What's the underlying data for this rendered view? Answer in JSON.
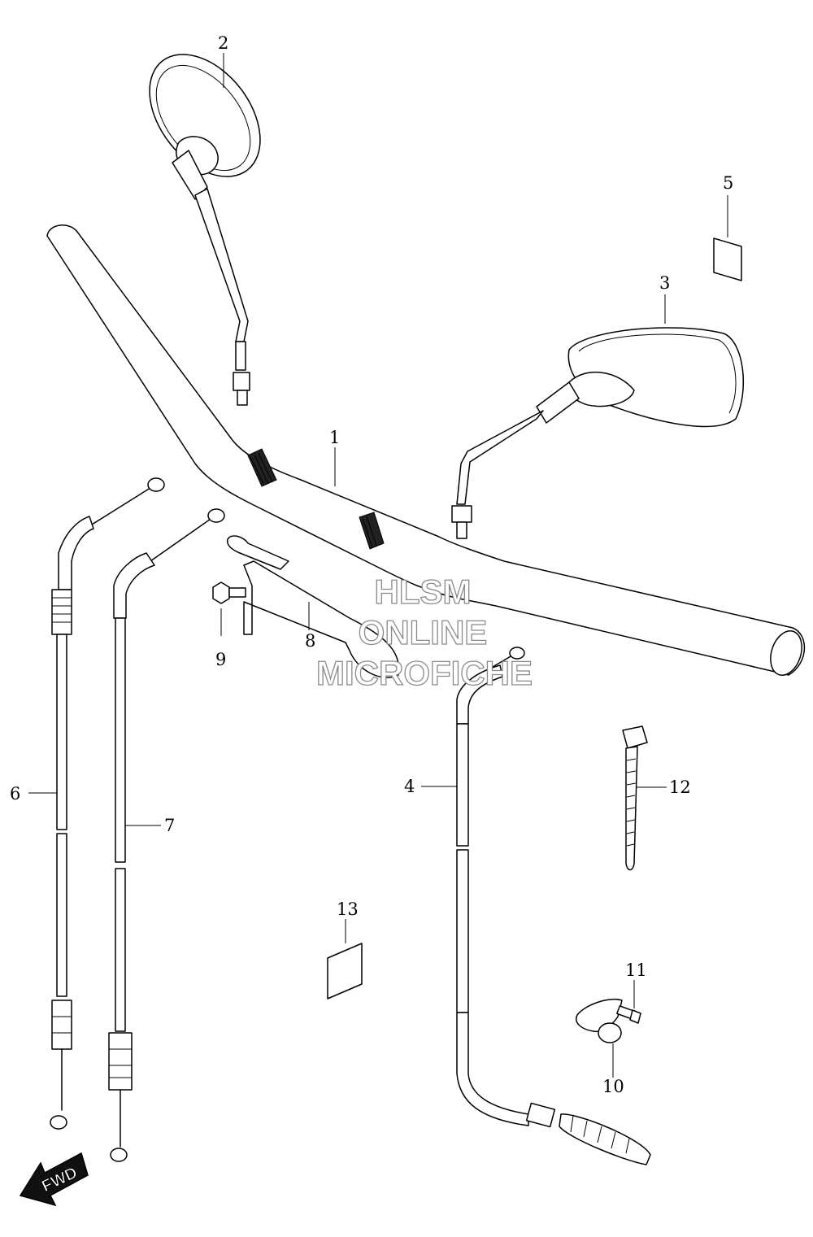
{
  "watermark": {
    "line1": "HLSM",
    "line2": "ONLINE",
    "line3": "MICROFICHE"
  },
  "callouts": [
    "1",
    "2",
    "3",
    "4",
    "5",
    "6",
    "7",
    "8",
    "9",
    "10",
    "11",
    "12",
    "13"
  ],
  "direction_badge": {
    "label": "FWD",
    "icon": "forward-arrow-icon"
  }
}
